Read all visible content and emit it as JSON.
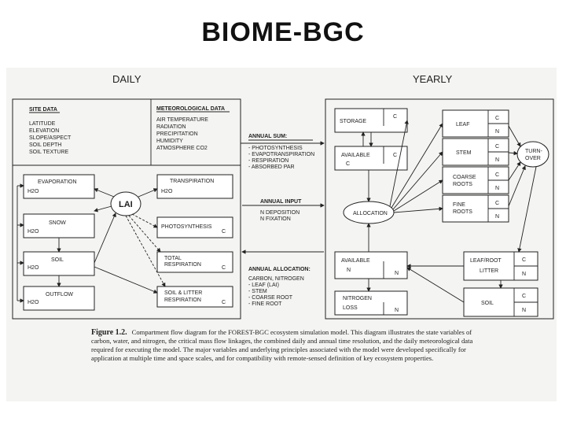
{
  "slide_title": "BIOME-BGC",
  "headers": {
    "daily": "DAILY",
    "yearly": "YEARLY"
  },
  "site": {
    "title": "SITE DATA",
    "lines": [
      "LATITUDE",
      "ELEVATION",
      "SLOPE/ASPECT",
      "SOIL DEPTH",
      "SOIL TEXTURE"
    ]
  },
  "met": {
    "title": "METEOROLOGICAL DATA",
    "lines": [
      "AIR TEMPERATURE",
      "RADIATION",
      "PRECIPITATION",
      "HUMIDITY",
      "ATMOSPHERE CO2"
    ]
  },
  "daily_boxes": {
    "evaporation": "EVAPORATION",
    "snow": "SNOW",
    "soil": "SOIL",
    "outflow": "OUTFLOW",
    "h2o": "H2O",
    "transpiration": "TRANSPIRATION",
    "photosynthesis": "PHOTOSYNTHESIS",
    "total_resp_1": "TOTAL",
    "total_resp_2": "RESPIRATION",
    "soil_litter_1": "SOIL & LITTER",
    "soil_litter_2": "RESPIRATION",
    "lai": "LAI"
  },
  "annual_sum": {
    "title": "ANNUAL SUM:",
    "items": [
      "- PHOTOSYNTHESIS",
      "- EVAPOTRANSPIRATION",
      "- RESPIRATION",
      "- ABSORBED PAR"
    ]
  },
  "annual_input": {
    "title": "ANNUAL INPUT",
    "items": [
      "N DEPOSITION",
      "N FIXATION"
    ]
  },
  "annual_alloc": {
    "title": "ANNUAL ALLOCATION:",
    "items": [
      "CARBON, NITROGEN",
      "- LEAF (LAI)",
      "- STEM",
      "- COARSE ROOT",
      "- FINE ROOT"
    ]
  },
  "yearly_boxes": {
    "storage": "STORAGE",
    "available": "AVAILABLE",
    "allocation": "ALLOCATION",
    "available_n": "AVAILABLE",
    "nitrogen_1": "NITROGEN",
    "nitrogen_2": "LOSS",
    "leaf": "LEAF",
    "stem": "STEM",
    "coarse_1": "COARSE",
    "coarse_2": "ROOTS",
    "fine_1": "FINE",
    "fine_2": "ROOTS",
    "leafroot_1": "LEAF/ROOT",
    "leafroot_2": "LITTER",
    "soil": "SOIL",
    "turnover_1": "TURN-",
    "turnover_2": "OVER"
  },
  "symbols": {
    "c": "C",
    "n": "N"
  },
  "caption": {
    "label": "Figure 1.2.",
    "text": "Compartment flow diagram for the FOREST-BGC ecosystem simulation model. This diagram illustrates the state variables of carbon, water, and nitrogen, the critical mass flow linkages, the combined daily and annual time resolution, and the daily meteorological data required for executing the model. The major variables and underlying principles associated with the model were developed specifically for application at multiple time and space scales, and for compatibility with remote-sensed definition of key ecosystem properties."
  }
}
